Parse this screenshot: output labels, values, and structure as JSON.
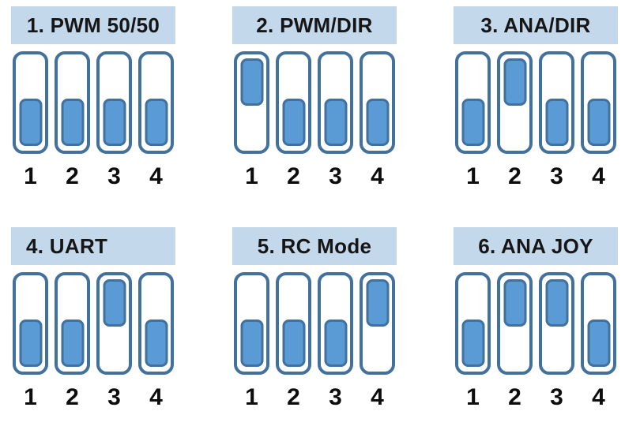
{
  "diagram": {
    "description": "DIP switch mode settings diagram, 6 modes, 4 switches each"
  },
  "colors": {
    "header_bg": "#c4d8ec",
    "switch_outline": "#41719c",
    "switch_fill": "#5b9bd5",
    "label_text": "#0d0d0d",
    "background": "#ffffff"
  },
  "panels": [
    {
      "title": "1. PWM 50/50",
      "title_align": "center",
      "switches": [
        {
          "label": "1",
          "position": "down"
        },
        {
          "label": "2",
          "position": "down"
        },
        {
          "label": "3",
          "position": "down"
        },
        {
          "label": "4",
          "position": "down"
        }
      ]
    },
    {
      "title": "2. PWM/DIR",
      "title_align": "center",
      "switches": [
        {
          "label": "1",
          "position": "up"
        },
        {
          "label": "2",
          "position": "down"
        },
        {
          "label": "3",
          "position": "down"
        },
        {
          "label": "4",
          "position": "down"
        }
      ]
    },
    {
      "title": "3. ANA/DIR",
      "title_align": "center",
      "switches": [
        {
          "label": "1",
          "position": "down"
        },
        {
          "label": "2",
          "position": "up"
        },
        {
          "label": "3",
          "position": "down"
        },
        {
          "label": "4",
          "position": "down"
        }
      ]
    },
    {
      "title": "4. UART",
      "title_align": "left",
      "switches": [
        {
          "label": "1",
          "position": "down"
        },
        {
          "label": "2",
          "position": "down"
        },
        {
          "label": "3",
          "position": "up"
        },
        {
          "label": "4",
          "position": "down"
        }
      ]
    },
    {
      "title": "5. RC Mode",
      "title_align": "center",
      "switches": [
        {
          "label": "1",
          "position": "down"
        },
        {
          "label": "2",
          "position": "down"
        },
        {
          "label": "3",
          "position": "down"
        },
        {
          "label": "4",
          "position": "up"
        }
      ]
    },
    {
      "title": "6. ANA JOY",
      "title_align": "center",
      "switches": [
        {
          "label": "1",
          "position": "down"
        },
        {
          "label": "2",
          "position": "up"
        },
        {
          "label": "3",
          "position": "up"
        },
        {
          "label": "4",
          "position": "down"
        }
      ]
    }
  ]
}
